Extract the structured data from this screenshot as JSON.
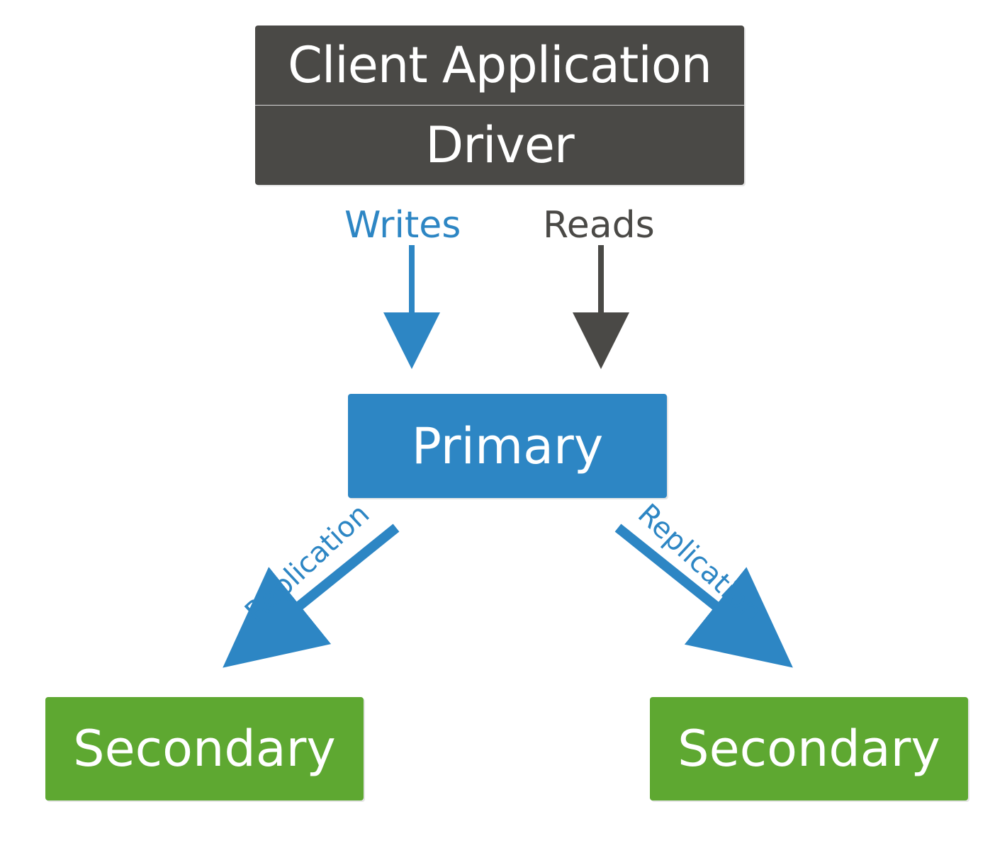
{
  "diagram": {
    "client_box": {
      "title": "Client Application",
      "subtitle": "Driver"
    },
    "flows": {
      "writes_label": "Writes",
      "reads_label": "Reads",
      "left_replication_label": "Replication",
      "right_replication_label": "Replication"
    },
    "nodes": {
      "primary": "Primary",
      "secondary_left": "Secondary",
      "secondary_right": "Secondary"
    },
    "colors": {
      "client_fill": "#4a4946",
      "primary_fill": "#2d86c4",
      "secondary_fill": "#5ea831",
      "writes_arrow": "#2d86c4",
      "reads_arrow": "#4a4946",
      "replication_arrow": "#2d86c4"
    }
  }
}
